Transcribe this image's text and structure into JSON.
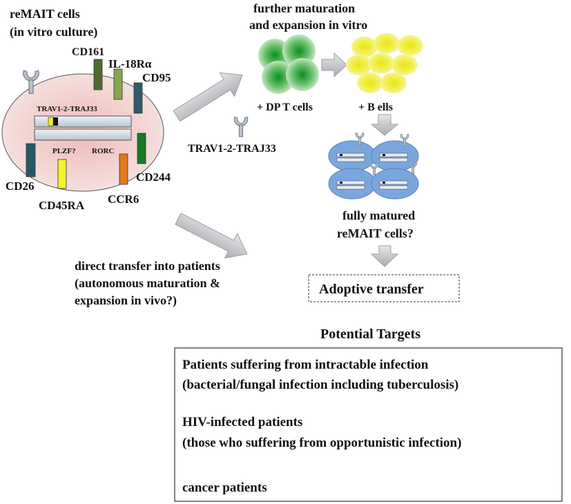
{
  "cell_panel": {
    "title_line1": "reMAIT cells",
    "title_line2": "(in vitro culture)",
    "tcr_label": "TRAV1-2-TRAJ33",
    "nuclear_factors": [
      "PLZF?",
      "RORC"
    ],
    "markers": [
      {
        "id": "cd161",
        "label": "CD161",
        "color": "#4e6b2e"
      },
      {
        "id": "il18ra",
        "label": "IL-18Rα",
        "color": "#86a84a"
      },
      {
        "id": "cd95",
        "label": "CD95",
        "color": "#2f5b6c"
      },
      {
        "id": "cd26",
        "label": "CD26",
        "color": "#245a66"
      },
      {
        "id": "cd45ra",
        "label": "CD45RA",
        "color": "#f3f32a"
      },
      {
        "id": "ccr6",
        "label": "CCR6",
        "color": "#e07a1e"
      },
      {
        "id": "cd244",
        "label": "CD244",
        "color": "#137a25"
      }
    ]
  },
  "maturation": {
    "title_line1": "further maturation",
    "title_line2": "and  expansion in vitro",
    "dp_label": "+ DP T cells",
    "b_label": "+ B ells",
    "tcr_label": "TRAV1-2-TRAJ33",
    "result_line1": "fully matured",
    "result_line2": "reMAIT cells?",
    "adoptive": "Adoptive transfer"
  },
  "direct": {
    "line1": "direct transfer into patients",
    "line2": "(autonomous maturation &",
    "line3": "expansion in vivo?)"
  },
  "targets": {
    "heading": "Potential Targets",
    "groups": [
      {
        "line1": "Patients suffering from intractable infection",
        "line2": "(bacterial/fungal infection including tuberculosis)"
      },
      {
        "line1": "HIV-infected patients",
        "line2": "(those who suffering from opportunistic infection)"
      },
      {
        "line1": "cancer patients",
        "line2": ""
      }
    ]
  },
  "colors": {
    "green_cell": "#1f9a2a",
    "yellow_cell": "#f1ef22",
    "blue_cell": "#7aa6de",
    "arrow_fill": "#c4c6ca"
  }
}
